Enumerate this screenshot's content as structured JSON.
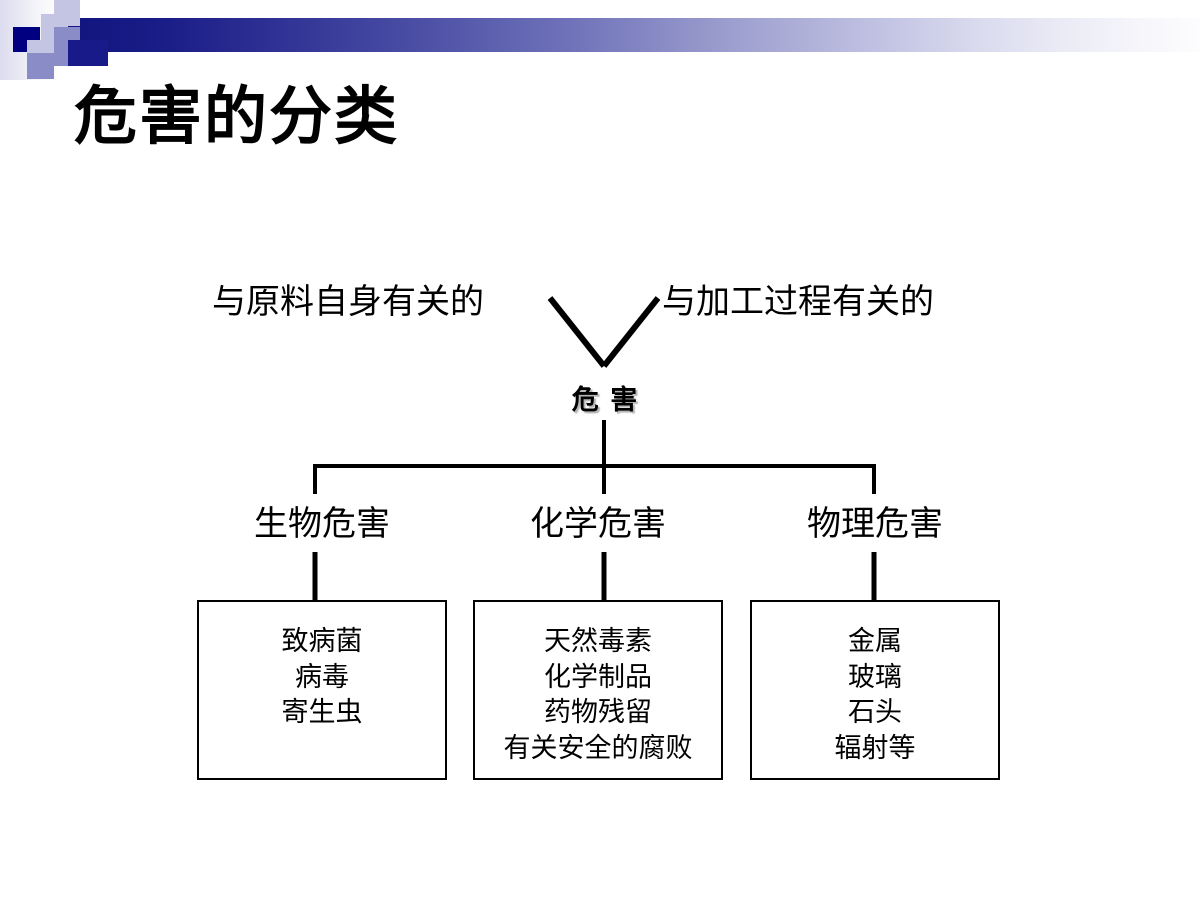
{
  "slide": {
    "title": "危害的分类",
    "background_color": "#ffffff"
  },
  "header": {
    "band_gradient_from": "#12147e",
    "band_gradient_to": "#ffffff",
    "accent_navy": "#000080",
    "accent_mid": "#8a8cc8",
    "accent_light": "#c3c5e2",
    "accent_deep": "#171a88"
  },
  "diagram": {
    "top_labels": {
      "left": "与原料自身有关的",
      "right": "与加工过程有关的"
    },
    "center_node": "危   害",
    "categories": [
      {
        "label": "生物危害",
        "items": [
          "致病菌",
          "病毒",
          "寄生虫"
        ]
      },
      {
        "label": "化学危害",
        "items": [
          "天然毒素",
          "化学制品",
          "药物残留",
          "有关安全的腐败"
        ]
      },
      {
        "label": "物理危害",
        "items": [
          "金属",
          "玻璃",
          "石头",
          "辐射等"
        ]
      }
    ],
    "line_color": "#000000"
  }
}
